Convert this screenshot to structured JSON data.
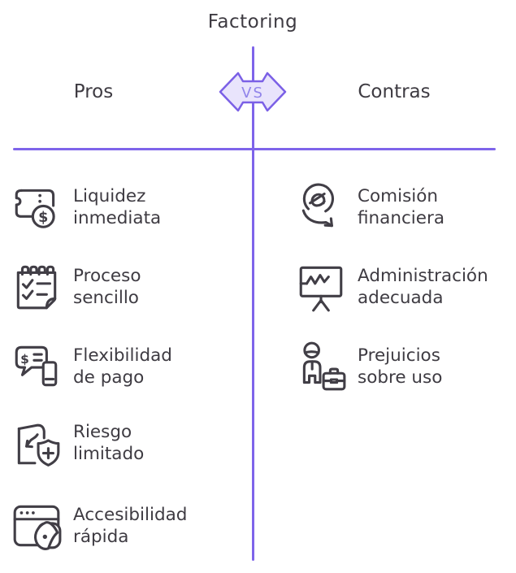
{
  "title": "Factoring",
  "vs_label": "VS",
  "colors": {
    "accent_purple": "#7e64ea",
    "badge_fill": "#e9e4fc",
    "badge_border": "#7b60e6",
    "badge_text": "#9184ea",
    "ink": "#3e3b42"
  },
  "columns": {
    "pros": {
      "header": "Pros",
      "items": [
        {
          "icon": "ticket-dollar-icon",
          "lines": [
            "Liquidez",
            "inmediata"
          ]
        },
        {
          "icon": "checklist-notepad-icon",
          "lines": [
            "Proceso",
            "sencillo"
          ]
        },
        {
          "icon": "payment-chat-phone-icon",
          "lines": [
            "Flexibilidad",
            "de pago"
          ]
        },
        {
          "icon": "document-shield-plus-icon",
          "lines": [
            "Riesgo",
            "limitado"
          ]
        },
        {
          "icon": "browser-wallet-icon",
          "lines": [
            "Accesibilidad",
            "rápida"
          ]
        }
      ]
    },
    "contras": {
      "header": "Contras",
      "items": [
        {
          "icon": "euro-decline-arrow-icon",
          "lines": [
            "Comisión",
            "financiera"
          ]
        },
        {
          "icon": "presentation-chart-icon",
          "lines": [
            "Administración",
            "adecuada"
          ]
        },
        {
          "icon": "person-briefcase-icon",
          "lines": [
            "Prejuicios",
            "sobre uso"
          ]
        }
      ]
    }
  }
}
